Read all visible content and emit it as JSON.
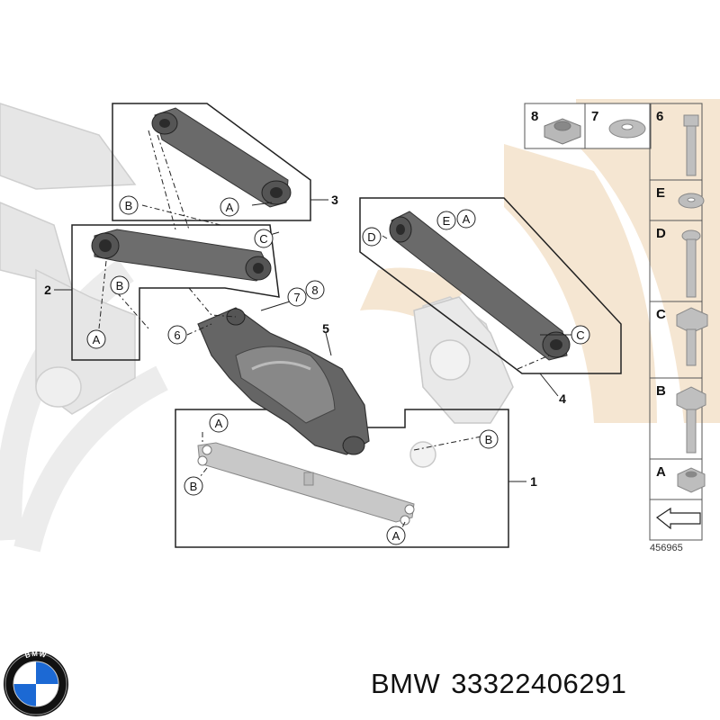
{
  "diagram": {
    "callouts": {
      "group1": "1",
      "group2": "2",
      "group3": "3",
      "group4": "4",
      "part5": "5",
      "part6": "6",
      "part7": "7",
      "part8": "8"
    },
    "point_labels": {
      "a": "A",
      "b": "B",
      "c": "C",
      "d": "D",
      "e": "E"
    },
    "parts_table": {
      "row1": [
        "8",
        "7",
        "6"
      ],
      "rows": [
        "E",
        "D",
        "C",
        "B",
        "A"
      ]
    },
    "reference_number": "456965"
  },
  "caption": {
    "brand": "BMW",
    "part_number": "33322406291"
  },
  "logo": {
    "name": "bmw-logo-icon",
    "text": "BMW",
    "colors": {
      "blue": "#1c69d4",
      "ring": "#111111",
      "white": "#ffffff"
    }
  },
  "colors": {
    "watermark": "#f5e6d2",
    "background_parts": "#e6e6e6",
    "parts": "#6a6a6a",
    "lines": "#222222"
  }
}
